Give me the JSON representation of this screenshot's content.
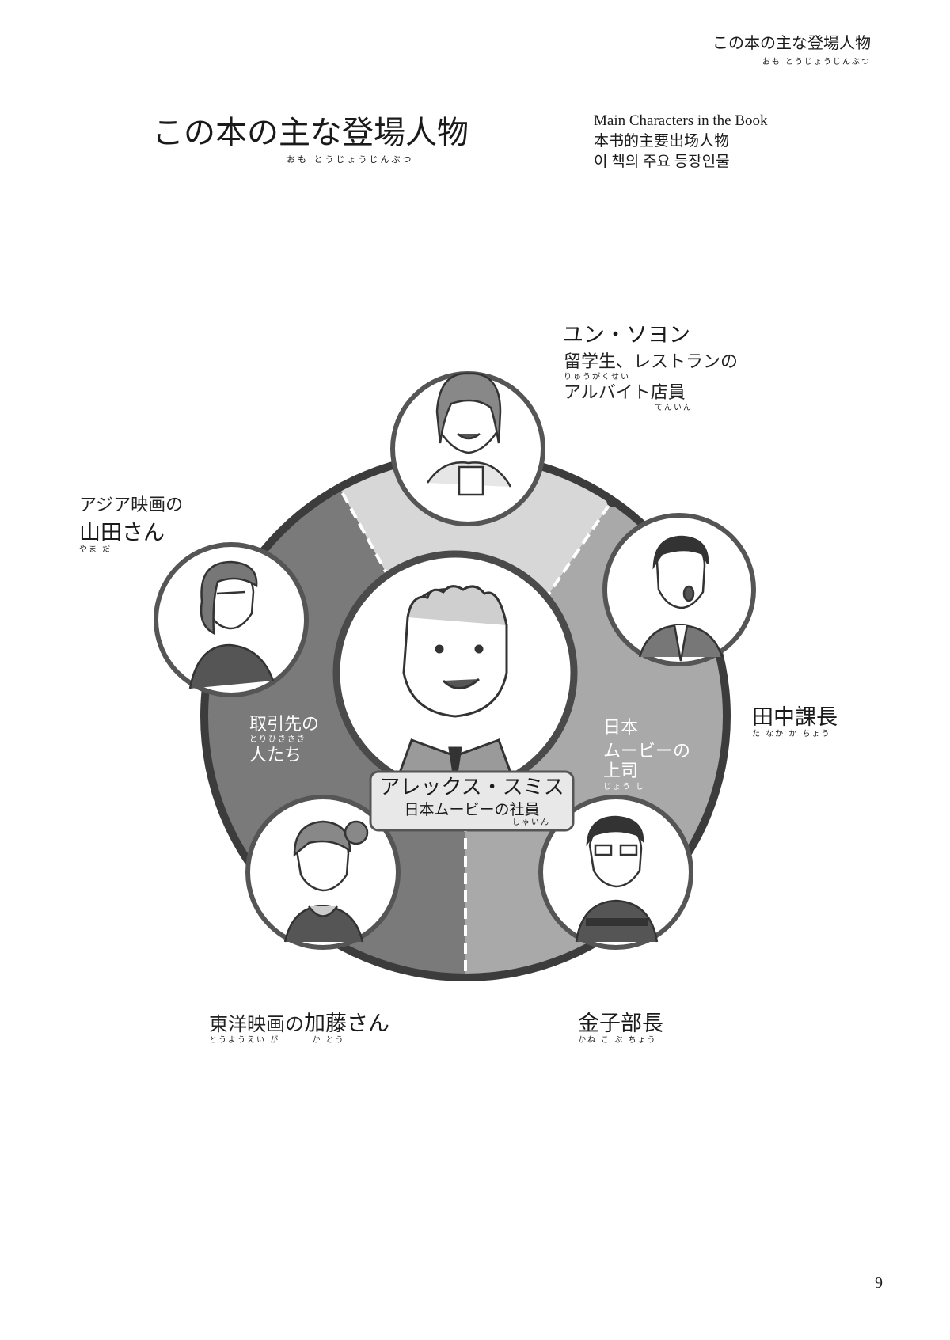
{
  "running_head": {
    "text": "この本の主な登場人物",
    "ruby": "おも とうじょうじんぶつ"
  },
  "title": {
    "text": "この本の主な登場人物",
    "ruby": "おも とうじょうじんぶつ"
  },
  "translations": {
    "english": "Main Characters in the Book",
    "chinese": "本书的主要出场人物",
    "korean": "이 책의 주요 등장인물"
  },
  "characters": {
    "yun": {
      "name": "ユン・ソヨン",
      "role_line1": "留学生、レストランの",
      "role_line1_ruby": "りゅうがくせい",
      "role_line2": "アルバイト店員",
      "role_line2_ruby": "てんいん"
    },
    "yamada": {
      "company": "アジア映画の",
      "name": "山田さん",
      "name_ruby": "やま だ"
    },
    "tanaka": {
      "name": "田中課長",
      "name_ruby": "た なか か ちょう"
    },
    "kato": {
      "company": "東洋映画の",
      "name": "加藤さん",
      "ruby": "とうようえい が　　　 か とう"
    },
    "kaneko": {
      "name": "金子部長",
      "name_ruby": "かね こ ぶ ちょう"
    },
    "alex": {
      "name": "アレックス・スミス",
      "role": "日本ムービーの社員",
      "role_ruby": "しゃいん"
    }
  },
  "groups": {
    "clients": {
      "line1": "取引先の",
      "ruby": "とりひきさき",
      "line2": "人たち"
    },
    "bosses": {
      "line1": "日本",
      "line2": "ムービーの",
      "line3": "上司",
      "ruby": "じょう し"
    }
  },
  "page_number": "9"
}
